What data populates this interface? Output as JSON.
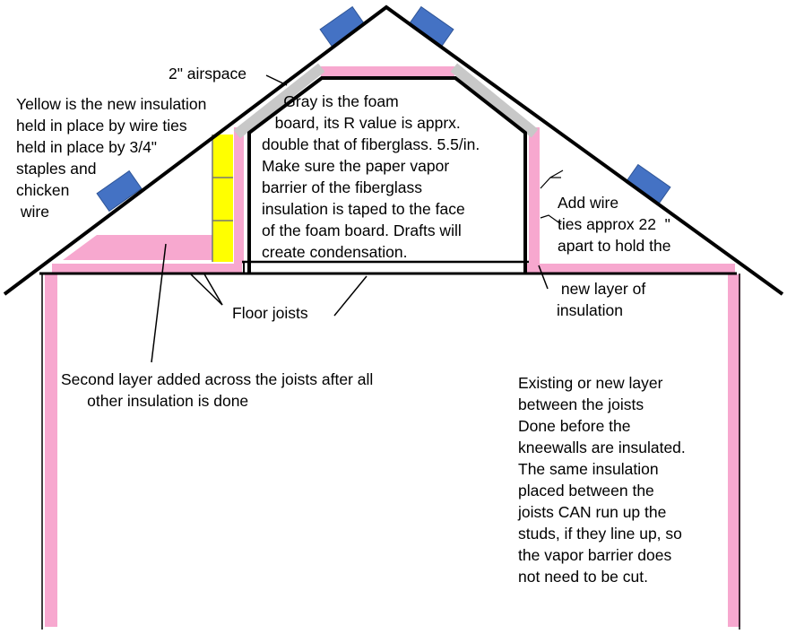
{
  "labels": {
    "airspace": "2\" airspace",
    "yellow_note": "Yellow is the new insulation\nheld in place by wire ties\nheld in place by 3/4\"\nstaples and\nchicken\n wire",
    "gray_note": "     Gray is the foam\n   board, its R value is apprx.\ndouble that of fiberglass. 5.5/in.\nMake sure the paper vapor\nbarrier of the fiberglass\ninsulation is taped to the face\nof the foam board. Drafts will\ncreate condensation.",
    "wire_ties_note": "Add wire\nties approx 22  \"\napart to hold the",
    "new_layer_note": " new layer of\ninsulation",
    "floor_joists": "Floor joists",
    "second_layer_note": "Second layer added across the joists after all\n      other insulation is done",
    "existing_layer_note": "Existing or new layer\nbetween the joists\nDone before the\nkneewalls are insulated.\nThe same insulation\nplaced between the\njoists CAN run up the\nstuds, if they line up, so\nthe vapor barrier does\nnot need to be cut."
  },
  "colors": {
    "insulation_pink": "#f7a8cf",
    "foam_gray": "#c8c8c8",
    "new_insulation_yellow": "#ffff00",
    "vent_blue": "#4472c4",
    "line": "#000000"
  }
}
